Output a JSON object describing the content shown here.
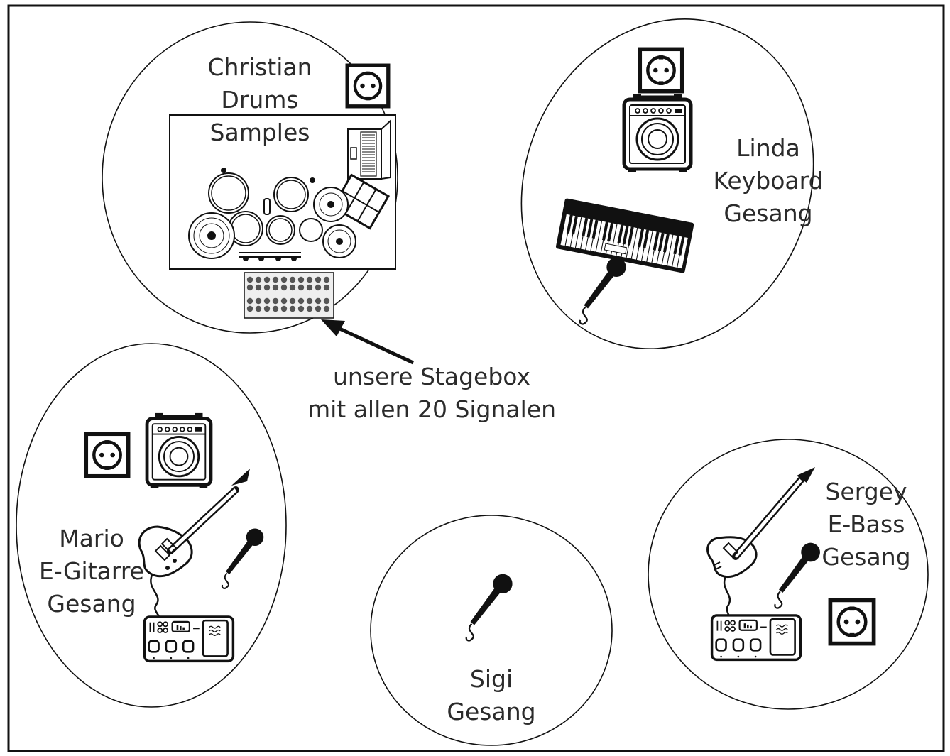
{
  "stageplot": {
    "drums": {
      "lines": [
        "Christian",
        "Drums",
        "Samples"
      ]
    },
    "keys": {
      "lines": [
        "Linda",
        "Keyboard",
        "Gesang"
      ]
    },
    "guitar": {
      "lines": [
        "Mario",
        "E-Gitarre",
        "Gesang"
      ]
    },
    "vocal": {
      "lines": [
        "Sigi",
        "Gesang"
      ]
    },
    "bass": {
      "lines": [
        "Sergey",
        "E-Bass",
        "Gesang"
      ]
    },
    "stagebox": {
      "lines": [
        "unsere Stagebox",
        "mit allen 20 Signalen"
      ]
    }
  },
  "colors": {
    "ink": "#111111",
    "text": "#2b2b2b",
    "background": "#ffffff",
    "stagebox_knob": "#555555"
  }
}
